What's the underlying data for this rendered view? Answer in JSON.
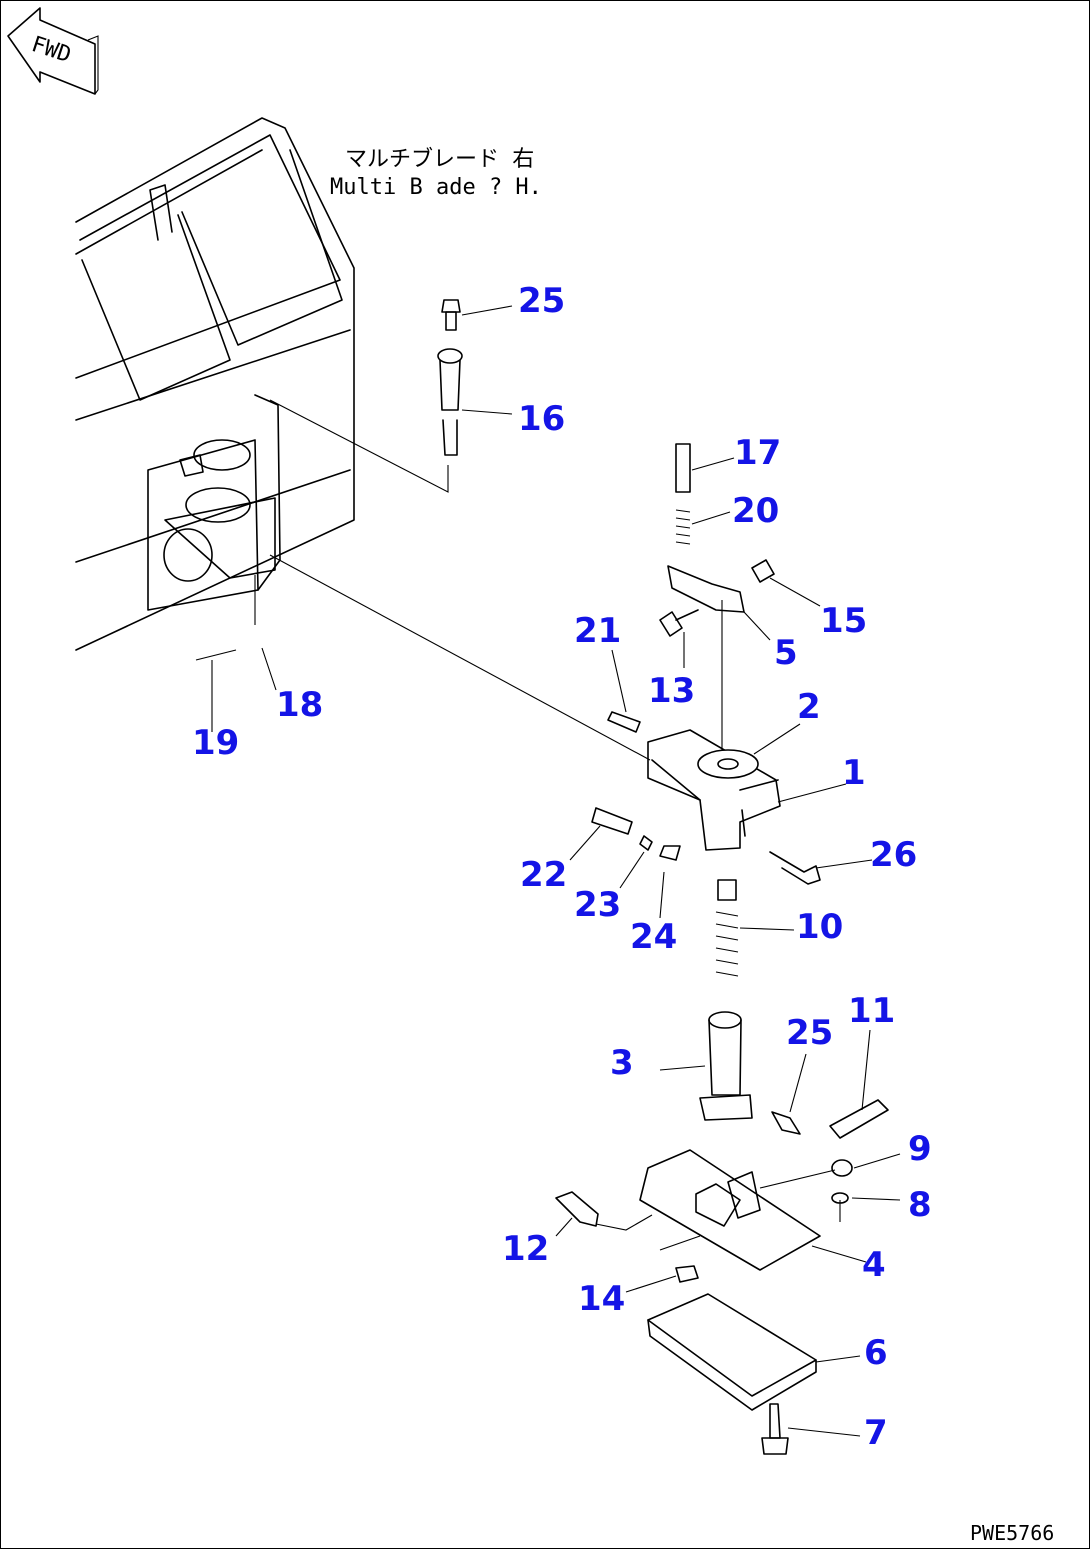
{
  "fwd_label": "FWD",
  "blade_note": {
    "jp": "マルチブレード 右",
    "en": "Multi B ade ? H."
  },
  "drawing_code": "PWE5766",
  "callouts": [
    "1",
    "2",
    "3",
    "4",
    "5",
    "6",
    "7",
    "8",
    "9",
    "10",
    "11",
    "12",
    "13",
    "14",
    "15",
    "16",
    "17",
    "18",
    "19",
    "20",
    "21",
    "22",
    "23",
    "24",
    "25",
    "25",
    "26"
  ]
}
